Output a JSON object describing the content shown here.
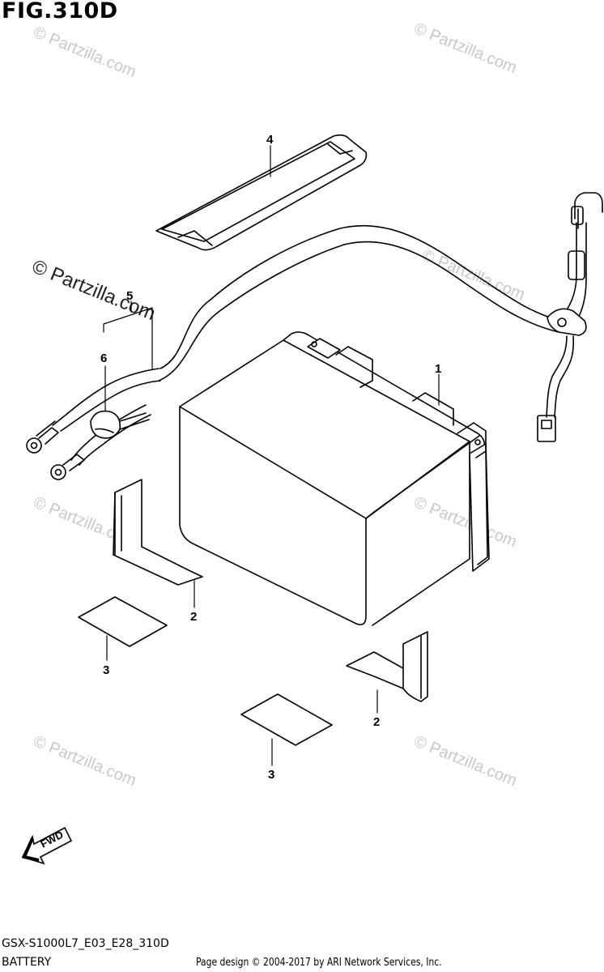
{
  "figure": {
    "title": "FIG.310D",
    "code": "GSX-S1000L7_E03_E28_310D",
    "name": "BATTERY",
    "credit": "Page design © 2004-2017 by ARI Network Services, Inc."
  },
  "callouts": {
    "c1": "1",
    "c2a": "2",
    "c2b": "2",
    "c3a": "3",
    "c3b": "3",
    "c4": "4",
    "c5": "5",
    "c6": "6"
  },
  "fwd_label": "FWD",
  "watermarks": {
    "faint": "© Partzilla.com",
    "prominent": "© Partzilla.com"
  }
}
